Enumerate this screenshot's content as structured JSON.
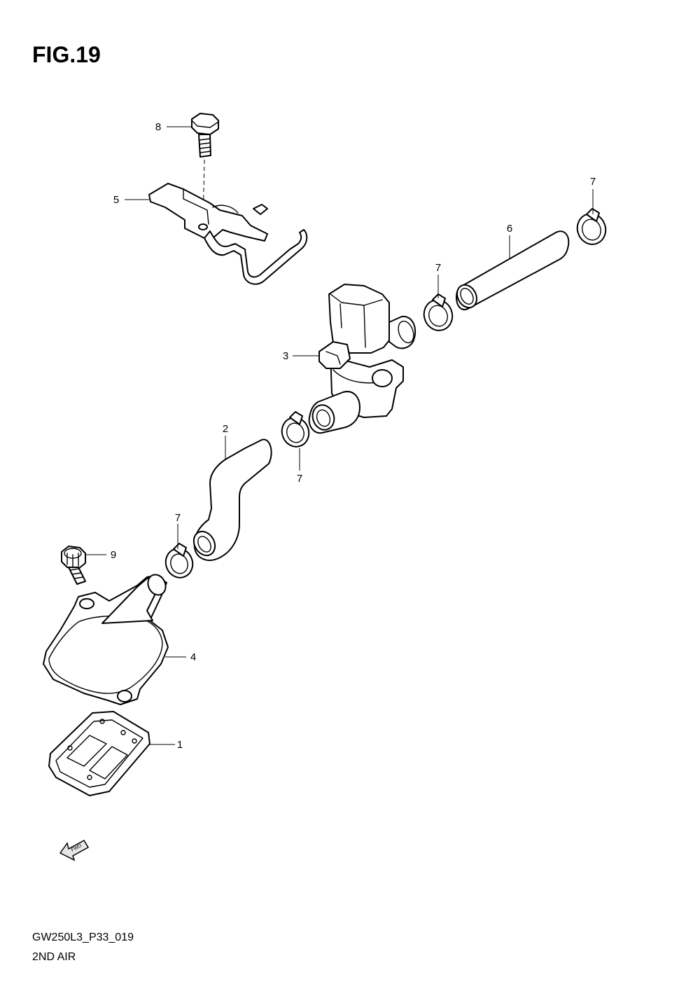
{
  "figure": {
    "title": "FIG.19",
    "code": "GW250L3_P33_019",
    "name": "2ND AIR"
  },
  "callouts": [
    {
      "id": "bolt",
      "label": "8"
    },
    {
      "id": "bracket",
      "label": "5"
    },
    {
      "id": "clamp-top-right",
      "label": "7"
    },
    {
      "id": "hose-straight",
      "label": "6"
    },
    {
      "id": "clamp-middle",
      "label": "7"
    },
    {
      "id": "valve",
      "label": "3"
    },
    {
      "id": "hose-bent",
      "label": "2"
    },
    {
      "id": "clamp-lower",
      "label": "7"
    },
    {
      "id": "clamp-left",
      "label": "7"
    },
    {
      "id": "screw",
      "label": "9"
    },
    {
      "id": "reed-cover",
      "label": "4"
    },
    {
      "id": "reed-valve",
      "label": "1"
    }
  ],
  "fwd_arrow": {
    "text": "FWD"
  }
}
